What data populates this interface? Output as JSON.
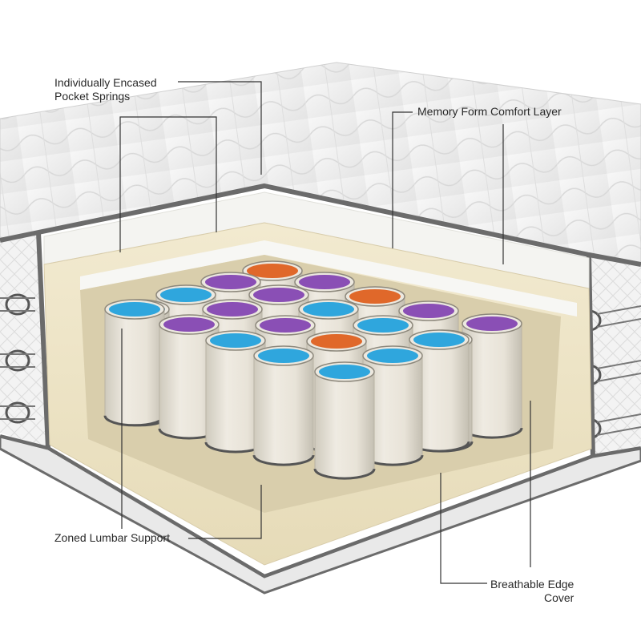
{
  "labels": {
    "pocket_springs": {
      "line1": "Individually Encased",
      "line2": "Pocket Springs"
    },
    "memory_foam": "Memory Form Comfort Layer",
    "lumbar": "Zoned Lumbar Support",
    "edge_cover": {
      "line1": "Breathable Edge",
      "line2": "Cover"
    }
  },
  "colors": {
    "quilt": "#f1f1f1",
    "quilt_line": "#d6d6d6",
    "piping": "#6b6b6b",
    "foam_white": "#f4f4f1",
    "foam_cream": "#efe6c9",
    "foam_cream_dark": "#e2d6b0",
    "spring_body": "#e7e3da",
    "cap_blue": "#2fa6dd",
    "cap_purple": "#8a4fb5",
    "cap_orange": "#e0682a",
    "leader": "#333333"
  },
  "springs": [
    {
      "cap": "orange"
    },
    {
      "cap": "purple"
    },
    {
      "cap": "purple"
    },
    {
      "cap": "blue"
    },
    {
      "cap": "purple"
    },
    {
      "cap": "orange"
    },
    {
      "cap": "blue"
    },
    {
      "cap": "purple"
    },
    {
      "cap": "blue"
    },
    {
      "cap": "purple"
    },
    {
      "cap": "purple"
    },
    {
      "cap": "purple"
    },
    {
      "cap": "blue"
    },
    {
      "cap": "purple"
    },
    {
      "cap": "blue"
    },
    {
      "cap": "orange"
    },
    {
      "cap": "blue"
    },
    {
      "cap": "blue"
    },
    {
      "cap": "blue"
    },
    {
      "cap": "blue"
    },
    {
      "cap": "blue"
    },
    {
      "cap": "blue"
    }
  ]
}
